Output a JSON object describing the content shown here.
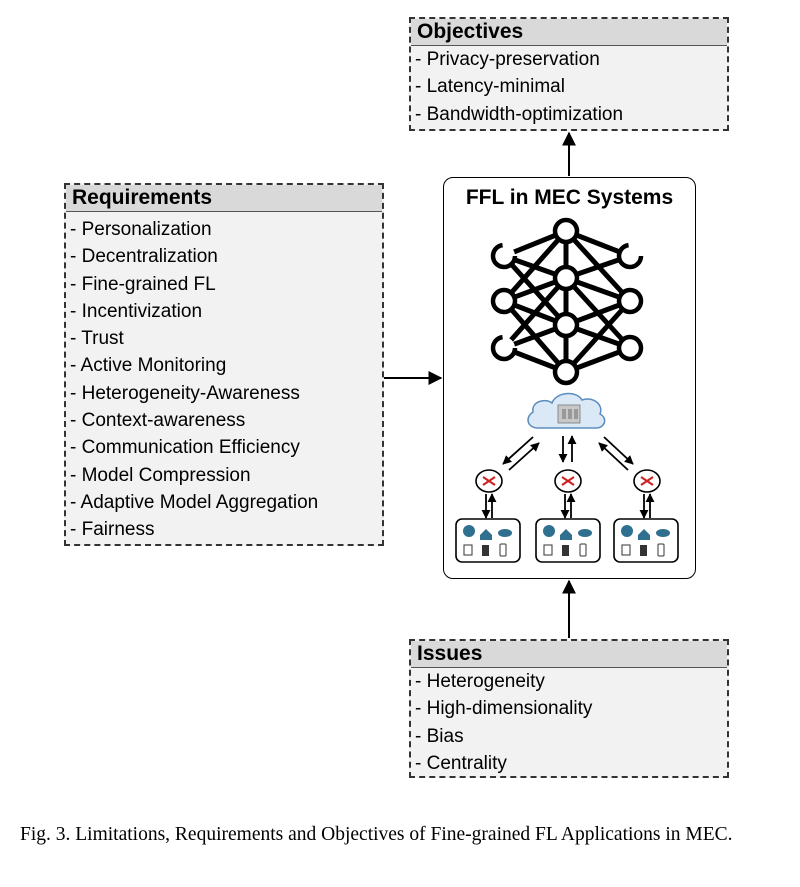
{
  "requirements": {
    "title": "Requirements",
    "items": [
      "- Personalization",
      "- Decentralization",
      "- Fine-grained FL",
      "- Incentivization",
      "- Trust",
      "- Active Monitoring",
      "- Heterogeneity-Awareness",
      "- Context-awareness",
      "- Communication Efficiency",
      "- Model Compression",
      "- Adaptive Model Aggregation",
      "- Fairness"
    ]
  },
  "objectives": {
    "title": "Objectives",
    "items": [
      "- Privacy-preservation",
      "- Latency-minimal",
      "- Bandwidth-optimization"
    ]
  },
  "issues": {
    "title": "Issues",
    "items": [
      "- Heterogeneity",
      "- High-dimensionality",
      "- Bias",
      "- Centrality"
    ]
  },
  "center": {
    "title": "FFL in MEC Systems",
    "icons": [
      "neural-network-icon",
      "cloud-server-icon",
      "router-icon",
      "device-group-icon"
    ]
  },
  "caption": "Fig. 3.  Limitations, Requirements and Objectives of Fine-grained FL Applications in MEC."
}
